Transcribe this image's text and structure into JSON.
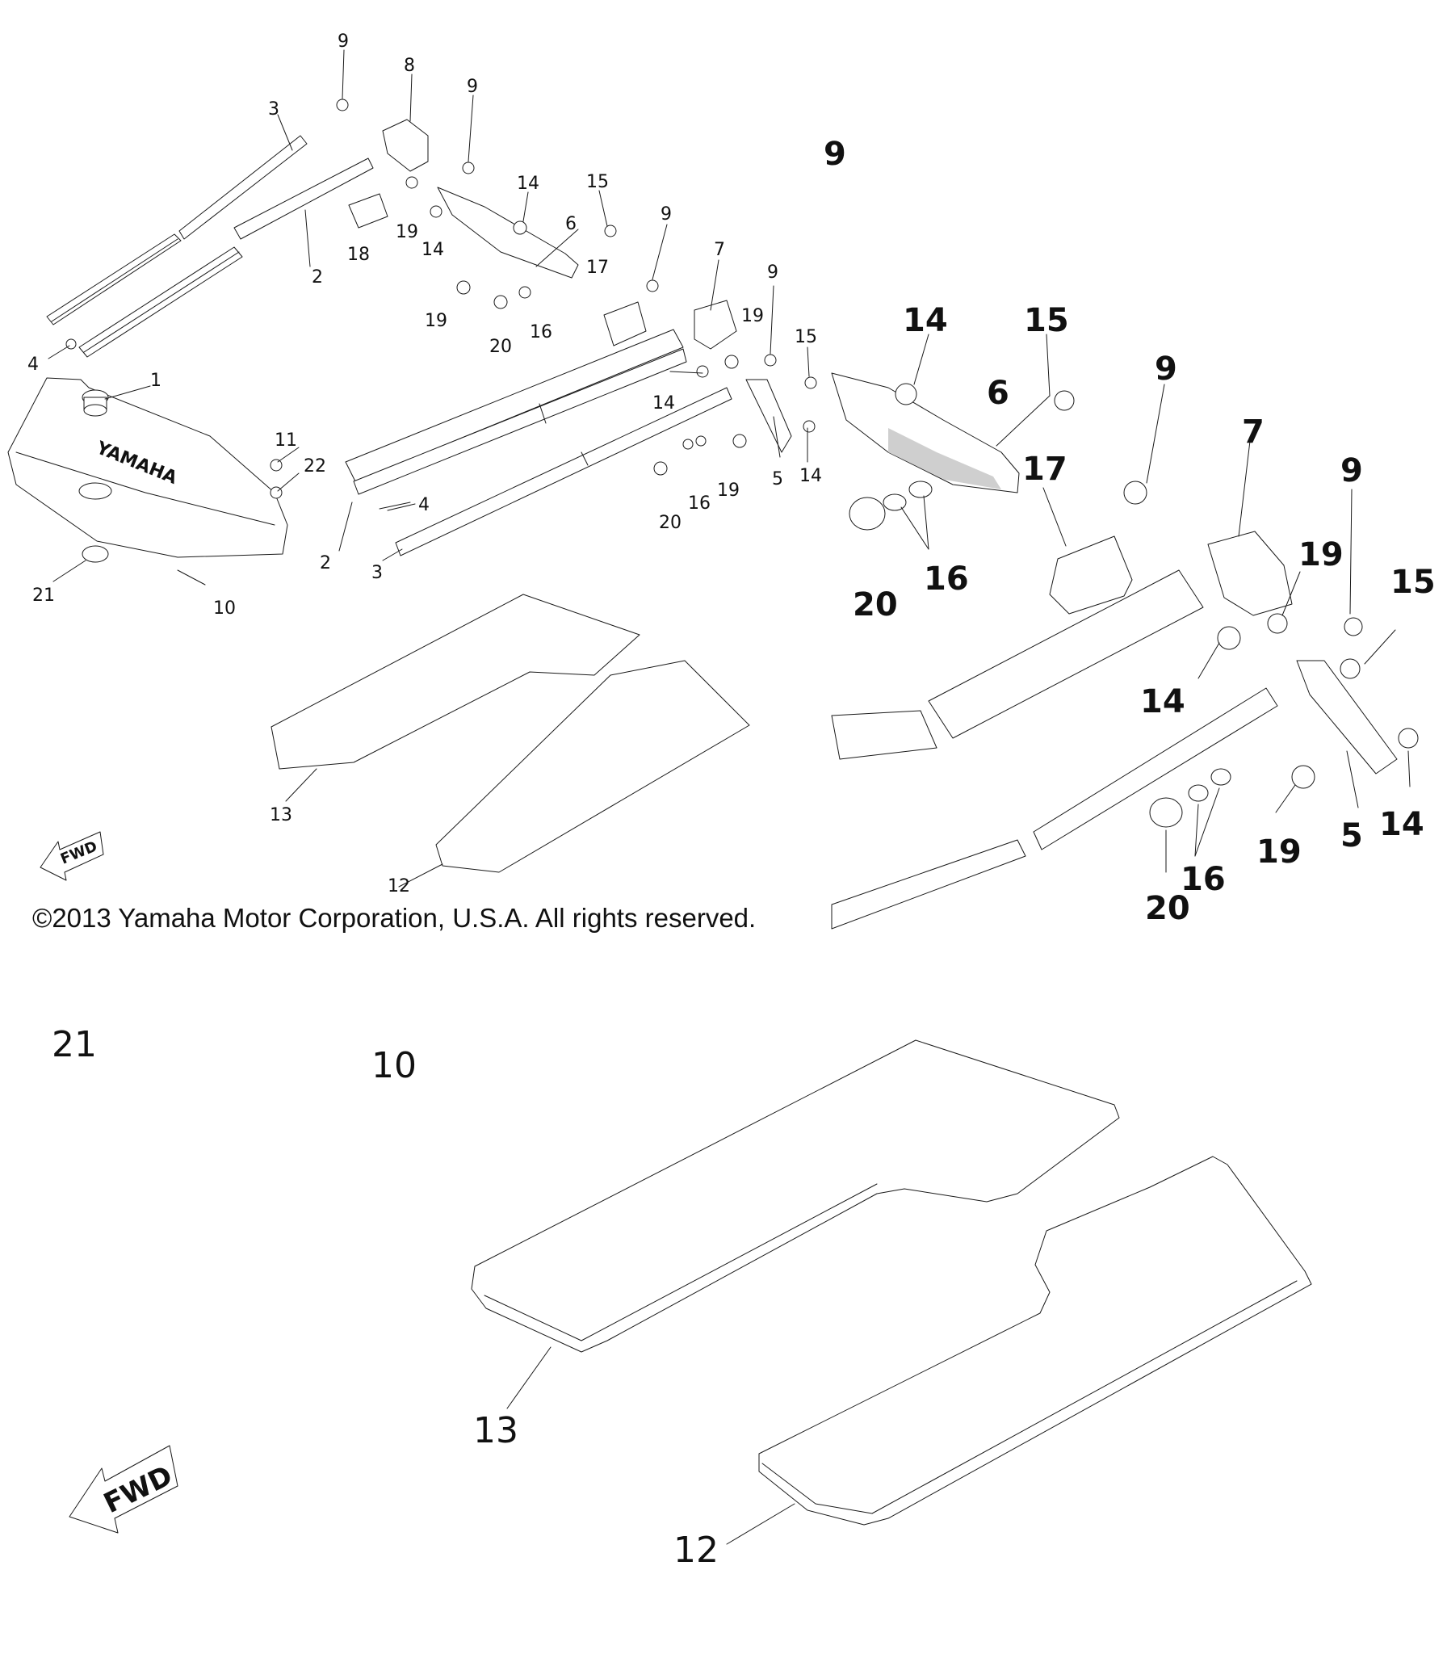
{
  "copyright": "©2013 Yamaha Motor Corporation, U.S.A. All rights reserved.",
  "brand_text": "YAMAHA",
  "fwd_label": "FWD",
  "partial_label": "9",
  "overview_callouts": [
    "1",
    "2",
    "2",
    "3",
    "3",
    "4",
    "4",
    "5",
    "6",
    "7",
    "8",
    "9",
    "9",
    "9",
    "9",
    "10",
    "11",
    "12",
    "13",
    "14",
    "14",
    "14",
    "14",
    "15",
    "15",
    "16",
    "16",
    "17",
    "18",
    "19",
    "19",
    "19",
    "19",
    "20",
    "20",
    "21",
    "22"
  ],
  "detail_callouts": [
    "14",
    "15",
    "6",
    "9",
    "7",
    "9",
    "17",
    "16",
    "20",
    "19",
    "15",
    "14",
    "14",
    "5",
    "19",
    "16",
    "20"
  ],
  "lower_callouts": [
    "21",
    "10",
    "13",
    "12"
  ],
  "colors": {
    "ink": "#1a1a1a",
    "paper": "#ffffff"
  }
}
